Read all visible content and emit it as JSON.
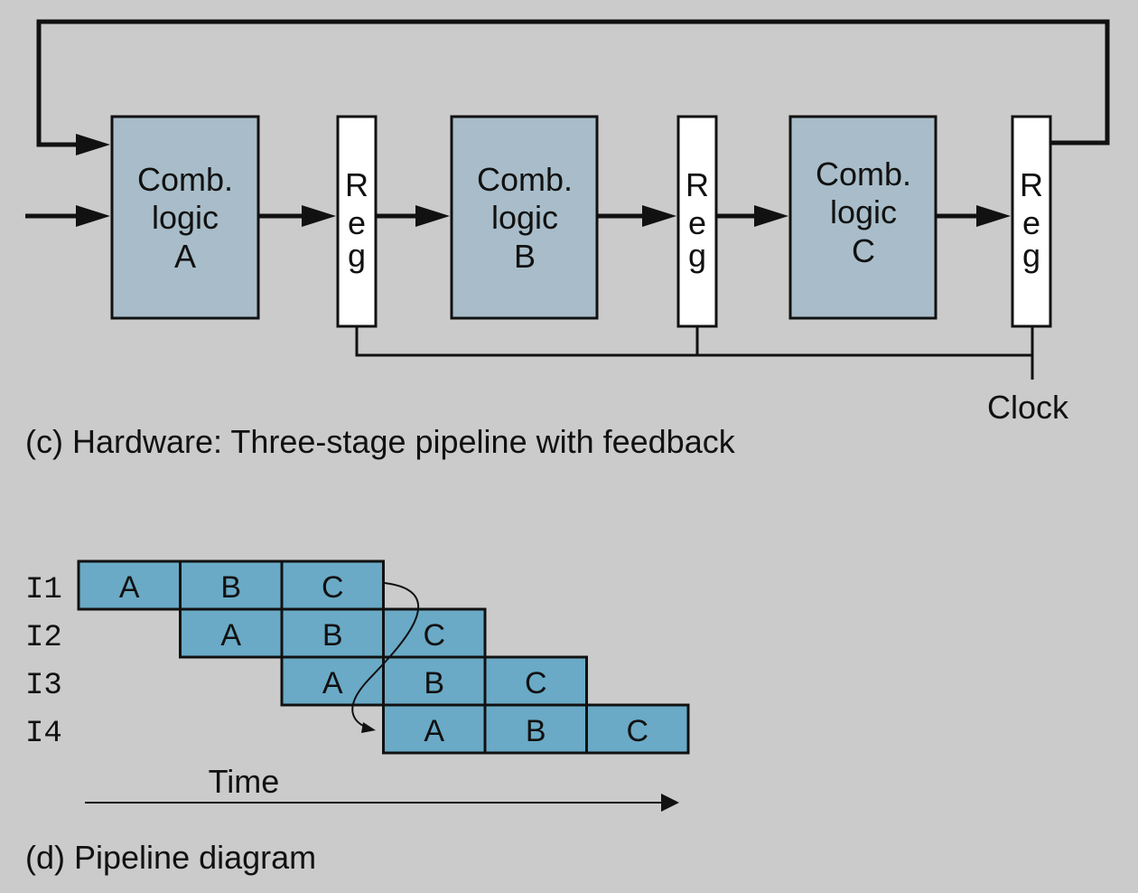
{
  "hardware": {
    "comb_blocks": [
      {
        "lines": [
          "Comb.",
          "logic",
          "A"
        ]
      },
      {
        "lines": [
          "Comb.",
          "logic",
          "B"
        ]
      },
      {
        "lines": [
          "Comb.",
          "logic",
          "C"
        ]
      }
    ],
    "reg_letters": [
      "R",
      "e",
      "g"
    ],
    "clock_label": "Clock",
    "caption": "(c) Hardware: Three-stage pipeline with feedback"
  },
  "pipeline": {
    "instructions": [
      {
        "label": "I1",
        "start": 0,
        "stages": [
          "A",
          "B",
          "C"
        ]
      },
      {
        "label": "I2",
        "start": 1,
        "stages": [
          "A",
          "B",
          "C"
        ]
      },
      {
        "label": "I3",
        "start": 2,
        "stages": [
          "A",
          "B",
          "C"
        ]
      },
      {
        "label": "I4",
        "start": 3,
        "stages": [
          "A",
          "B",
          "C"
        ]
      }
    ],
    "time_label": "Time",
    "caption": "(d) Pipeline diagram"
  },
  "colors": {
    "comb_fill": "#a8bdc9",
    "cell_fill": "#6aaac6",
    "background": "#cbcbcb",
    "stroke": "#111111"
  }
}
